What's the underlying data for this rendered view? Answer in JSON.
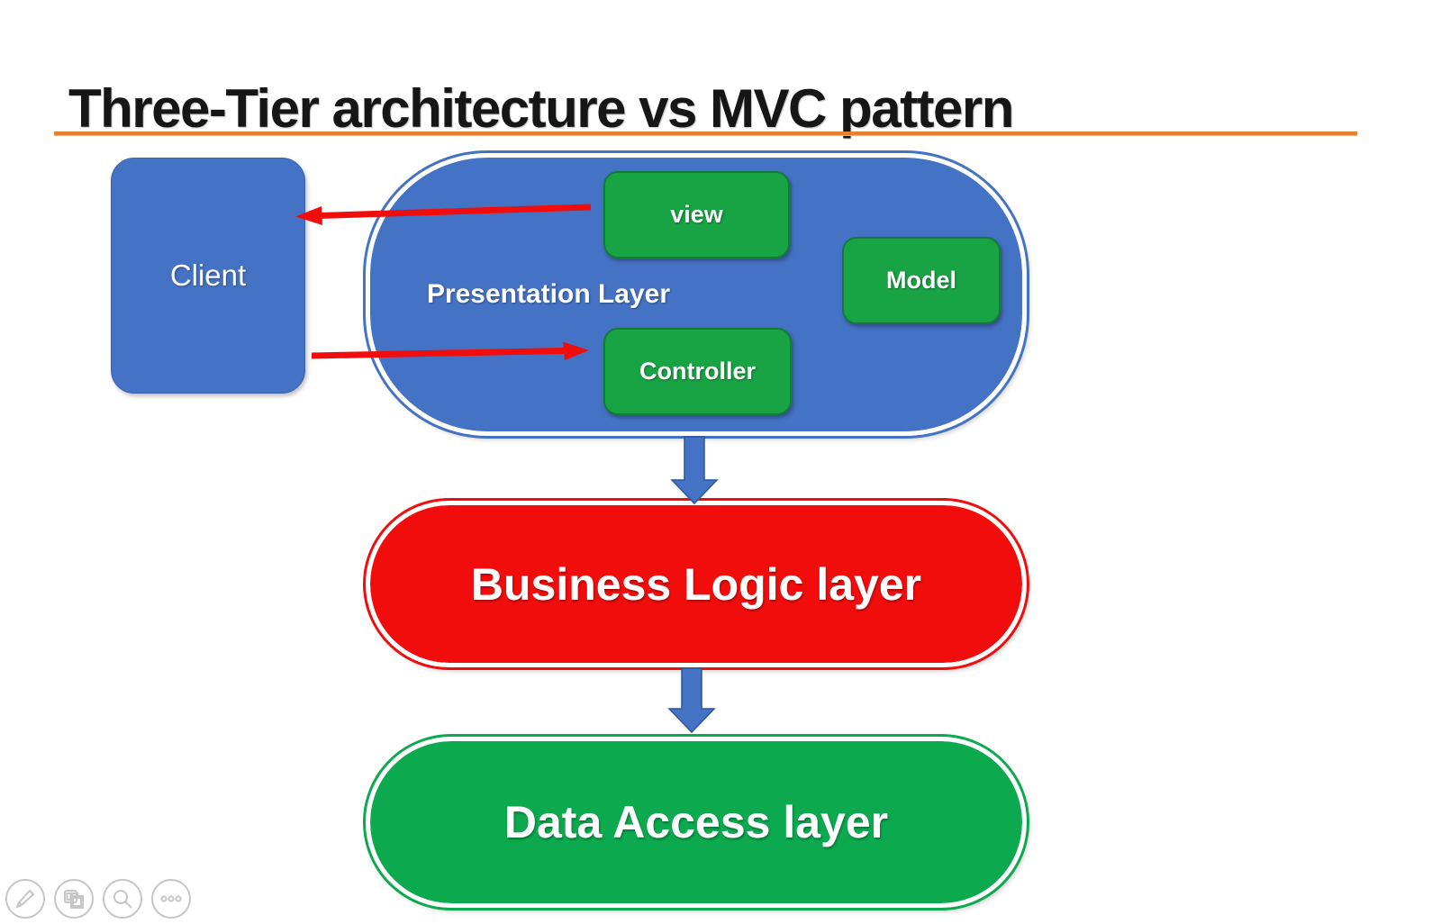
{
  "title": {
    "text": "Three-Tier architecture vs MVC pattern"
  },
  "divider": {
    "color": "#E8812F"
  },
  "palette": {
    "slide_blue": "#4472C4",
    "blue_outline": "#2E5597",
    "box_green": "#18A344",
    "stadium_green": "#0CA94F",
    "stadium_red": "#F20D0D",
    "arrow_red": "#F20D0D",
    "text_white": "#FFFFFF",
    "title_black": "#161616",
    "control_gray": "#C6C6C6"
  },
  "diagram": {
    "client": {
      "label": "Client"
    },
    "presentation": {
      "label": "Presentation Layer",
      "view_label": "view",
      "model_label": "Model",
      "controller_label": "Controller"
    },
    "business": {
      "label": "Business Logic layer"
    },
    "data": {
      "label": "Data Access layer"
    }
  },
  "viewer_controls": {
    "pen": "pen-icon",
    "copy": "copy-slides-icon",
    "zoom": "magnifier-icon",
    "more": "ellipsis-icon"
  }
}
